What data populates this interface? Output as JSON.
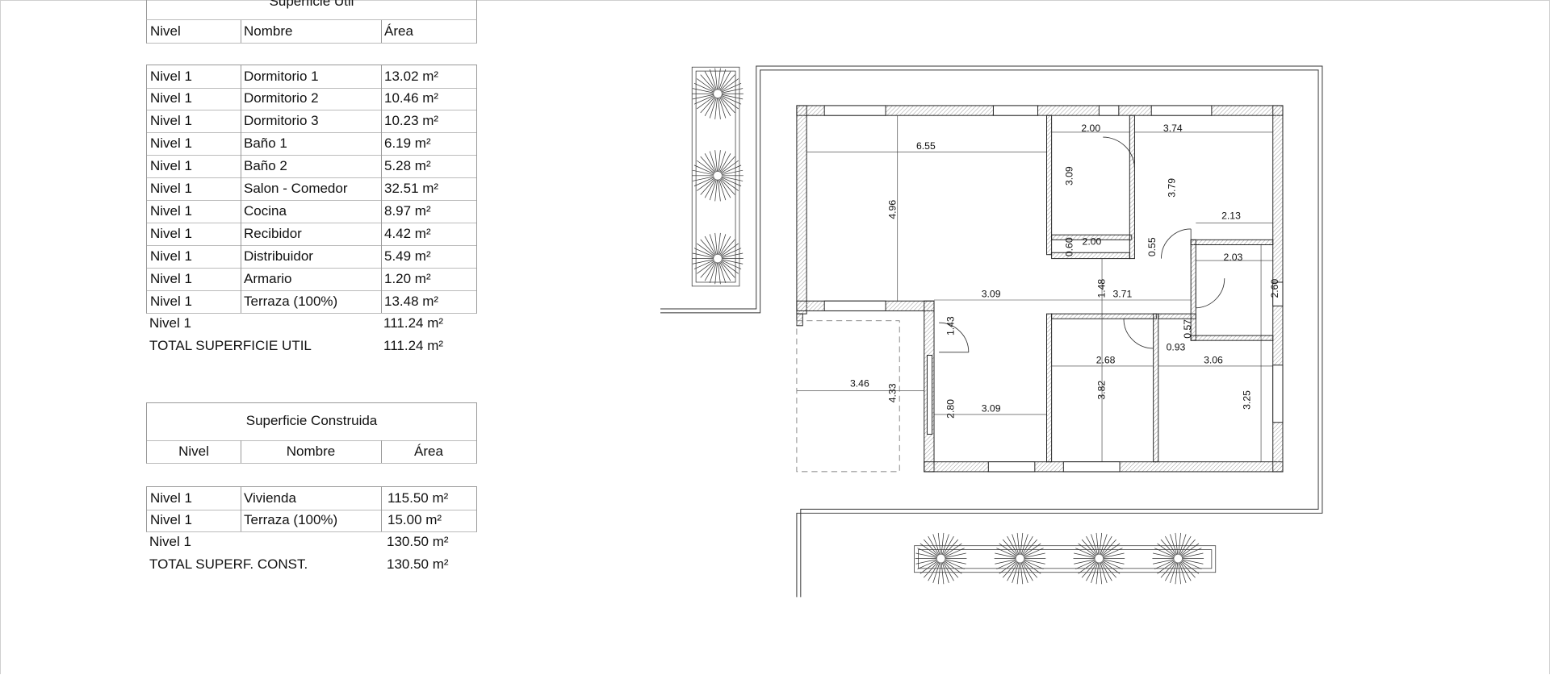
{
  "util_table": {
    "title": "Superficie Util",
    "headers": [
      "Nivel",
      "Nombre",
      "Área"
    ],
    "rows": [
      [
        "Nivel 1",
        "Dormitorio 1",
        "13.02 m²"
      ],
      [
        "Nivel 1",
        "Dormitorio 2",
        "10.46 m²"
      ],
      [
        "Nivel 1",
        "Dormitorio 3",
        "10.23 m²"
      ],
      [
        "Nivel 1",
        "Baño 1",
        "6.19 m²"
      ],
      [
        "Nivel 1",
        "Baño 2",
        "5.28 m²"
      ],
      [
        "Nivel 1",
        "Salon - Comedor",
        "32.51 m²"
      ],
      [
        "Nivel 1",
        "Cocina",
        "8.97 m²"
      ],
      [
        "Nivel 1",
        "Recibidor",
        "4.42 m²"
      ],
      [
        "Nivel 1",
        "Distribuidor",
        "5.49 m²"
      ],
      [
        "Nivel 1",
        "Armario",
        "1.20 m²"
      ],
      [
        "Nivel 1",
        "Terraza (100%)",
        "13.48 m²"
      ]
    ],
    "subtotal": {
      "level": "Nivel 1",
      "area": "111.24 m²"
    },
    "total": {
      "label": "TOTAL SUPERFICIE UTIL",
      "area": "111.24 m²"
    }
  },
  "built_table": {
    "title": "Superficie Construida",
    "headers": [
      "Nivel",
      "Nombre",
      "Área"
    ],
    "rows": [
      [
        "Nivel 1",
        "Vivienda",
        "115.50 m²"
      ],
      [
        "Nivel 1",
        "Terraza (100%)",
        "15.00 m²"
      ]
    ],
    "subtotal": {
      "level": "Nivel 1",
      "area": "130.50 m²"
    },
    "total": {
      "label": "TOTAL SUPERF. CONST.",
      "area": "130.50 m²"
    }
  },
  "plan": {
    "dimensions": [
      "6.55",
      "4.96",
      "2.00",
      "3.74",
      "3.09",
      "3.79",
      "2.13",
      "0.60",
      "2.00",
      "0.55",
      "2.03",
      "3.09",
      "1.48",
      "3.71",
      "2.60",
      "1.43",
      "0.57",
      "0.93",
      "2.68",
      "3.06",
      "3.46",
      "4.33",
      "3.82",
      "3.25",
      "2.80",
      "3.09"
    ]
  }
}
